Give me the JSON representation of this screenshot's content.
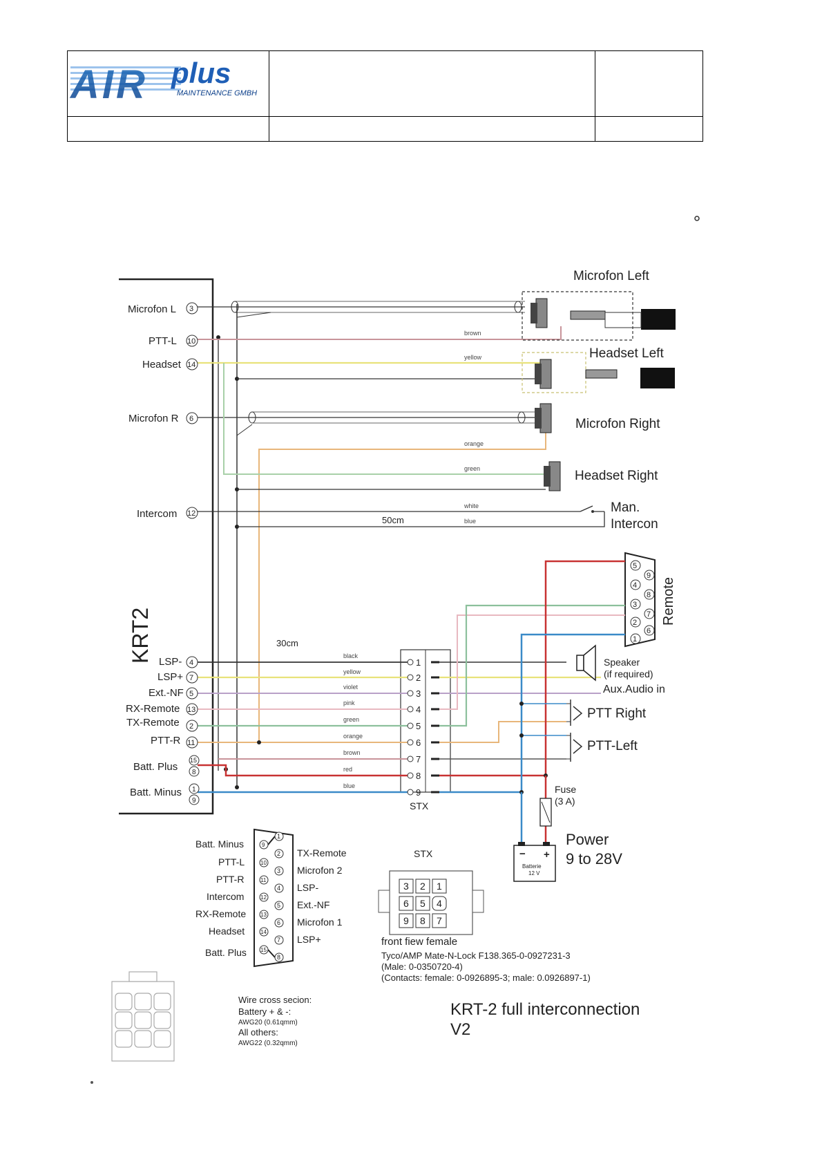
{
  "header": {
    "logo": {
      "word_left": "AIR",
      "word_right": "plus",
      "subtitle": "MAINTENANCE GMBH"
    },
    "cells": [
      "",
      "",
      "",
      "",
      ""
    ]
  },
  "diagram": {
    "krt2_label": "KRT2",
    "stx_label": "STX",
    "lengths": {
      "upper": "50cm",
      "lower": "30cm"
    },
    "left_pins": [
      {
        "name": "Microfon L",
        "pin": "3"
      },
      {
        "name": "PTT-L",
        "pin": "10"
      },
      {
        "name": "Headset",
        "pin": "14"
      },
      {
        "name": "Microfon R",
        "pin": "6"
      },
      {
        "name": "Intercom",
        "pin": "12"
      },
      {
        "name": "LSP-",
        "pin": "4"
      },
      {
        "name": "LSP+",
        "pin": "7"
      },
      {
        "name": "Ext.-NF",
        "pin": "5"
      },
      {
        "name": "RX-Remote",
        "pin": "13"
      },
      {
        "name": "TX-Remote",
        "pin": "2"
      },
      {
        "name": "PTT-R",
        "pin": "11"
      },
      {
        "name": "Batt. Plus",
        "pin": "15",
        "pin2": "8"
      },
      {
        "name": "Batt. Minus",
        "pin": "1",
        "pin2": "9"
      }
    ],
    "wire_colors": {
      "brown": "brown",
      "yellow": "yellow",
      "orange": "orange",
      "green": "green",
      "white": "white",
      "blue": "blue",
      "black": "black",
      "violet": "violet",
      "pink": "pink",
      "red": "red"
    },
    "stx_wire_labels": [
      "black",
      "yellow",
      "violet",
      "pink",
      "green",
      "orange",
      "brown",
      "red",
      "blue"
    ],
    "stx_pins": [
      "1",
      "2",
      "3",
      "4",
      "5",
      "6",
      "7",
      "8",
      "9"
    ],
    "right_labels": {
      "microfon_left": "Microfon Left",
      "headset_left": "Headset Left",
      "microfon_right": "Microfon Right",
      "headset_right": "Headset Right",
      "man_intercom_1": "Man.",
      "man_intercom_2": "Intercon",
      "remote": "Remote",
      "speaker_1": "Speaker",
      "speaker_2": "(if required)",
      "aux": "Aux.Audio in",
      "ptt_right": "PTT Right",
      "ptt_left": "PTT-Left",
      "fuse_1": "Fuse",
      "fuse_2": "(3 A)",
      "power_1": "Power",
      "power_2": "9 to 28V",
      "battery_1": "Batterie",
      "battery_2": "12 V"
    },
    "remote_pins": [
      "5",
      "9",
      "4",
      "8",
      "3",
      "7",
      "2",
      "6",
      "1"
    ],
    "dsub": {
      "left": [
        {
          "name": "Batt. Minus",
          "pin": "9"
        },
        {
          "name": "PTT-L",
          "pin": "10"
        },
        {
          "name": "PTT-R",
          "pin": "11"
        },
        {
          "name": "Intercom",
          "pin": "12"
        },
        {
          "name": "RX-Remote",
          "pin": "13"
        },
        {
          "name": "Headset",
          "pin": "14"
        },
        {
          "name": "Batt. Plus",
          "pin": "15"
        }
      ],
      "right": [
        {
          "name": "",
          "pin": "1"
        },
        {
          "name": "TX-Remote",
          "pin": "2"
        },
        {
          "name": "Microfon 2",
          "pin": "3"
        },
        {
          "name": "LSP-",
          "pin": "4"
        },
        {
          "name": "Ext.-NF",
          "pin": "5"
        },
        {
          "name": "Microfon 1",
          "pin": "6"
        },
        {
          "name": "LSP+",
          "pin": "7"
        },
        {
          "name": "",
          "pin": "8"
        }
      ]
    },
    "stx_connector": {
      "title": "STX",
      "rows": [
        [
          "3",
          "2",
          "1"
        ],
        [
          "6",
          "5",
          "4"
        ],
        [
          "9",
          "8",
          "7"
        ]
      ],
      "caption": "front fiew female",
      "part1": "Tyco/AMP Mate-N-Lock F138.365-0-0927231-3",
      "part2": "(Male: 0-0350720-4)",
      "part3": "(Contacts: female: 0-0926895-3;  male: 0.0926897-1)"
    },
    "wire_note": {
      "l1": "Wire cross secion:",
      "l2": "Battery + & -:",
      "l3": "AWG20 (0.61qmm)",
      "l4": "All others:",
      "l5": "AWG22 (0.32qmm)"
    },
    "title": {
      "l1": "KRT-2 full interconnection",
      "l2": "V2"
    }
  }
}
